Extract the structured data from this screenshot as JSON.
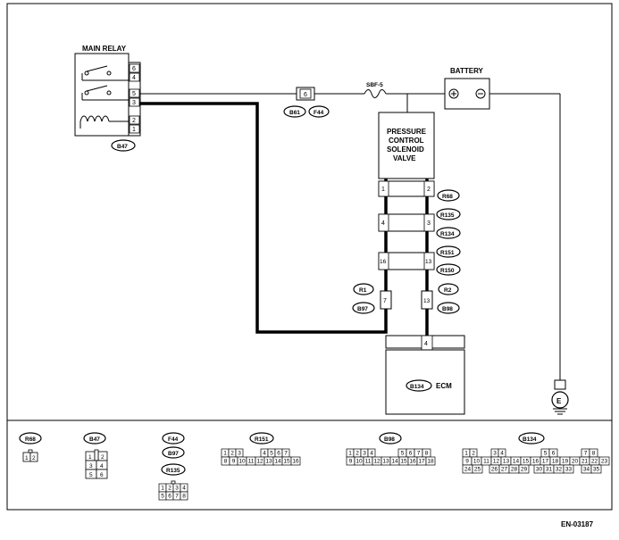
{
  "components": {
    "main_relay": {
      "title": "MAIN RELAY",
      "pins": [
        "6",
        "4",
        "5",
        "3",
        "2",
        "1"
      ],
      "connector": "B47"
    },
    "battery": {
      "title": "BATTERY",
      "plus": "⊕",
      "minus": "⊖"
    },
    "fuse": {
      "name": "SBF-5",
      "pin": "6",
      "conn_a": "B61",
      "conn_b": "F44"
    },
    "solenoid": {
      "line1": "PRESSURE",
      "line2": "CONTROL",
      "line3": "SOLENOID",
      "line4": "VALVE"
    },
    "harness_rows": [
      {
        "left": "1",
        "right": "2",
        "tag_a": "R68",
        "tag_b": ""
      },
      {
        "left": "4",
        "right": "3",
        "tag_a": "R135",
        "tag_b": "R134"
      },
      {
        "left": "16",
        "right": "13",
        "tag_a": "R151",
        "tag_b": "R150"
      }
    ],
    "splice_left": {
      "pin": "7",
      "top": "R1",
      "bottom": "B97"
    },
    "splice_right": {
      "pin": "13",
      "top": "R2",
      "bottom": "B98"
    },
    "ecm": {
      "pin": "4",
      "connector": "B134",
      "label": "ECM"
    },
    "ground": {
      "symbol": "E"
    }
  },
  "legend": {
    "r68": {
      "name": "R68",
      "pins": [
        "1",
        "2"
      ]
    },
    "b47": {
      "name": "B47",
      "pins": [
        "1",
        "2",
        "3",
        "4",
        "5",
        "6"
      ]
    },
    "f44": {
      "name": "F44"
    },
    "b97": {
      "name": "B97"
    },
    "r135": {
      "name": "R135",
      "pins": [
        "1",
        "2",
        "3",
        "4",
        "5",
        "6",
        "7",
        "8"
      ]
    },
    "r151": {
      "name": "R151",
      "row1": [
        "1",
        "2",
        "3",
        "4",
        "5",
        "6",
        "7"
      ],
      "row2": [
        "8",
        "9",
        "10",
        "11",
        "12",
        "13",
        "14",
        "15",
        "16"
      ]
    },
    "b98": {
      "name": "B98",
      "row1": [
        "1",
        "2",
        "3",
        "4",
        "5",
        "6",
        "7",
        "8"
      ],
      "row2": [
        "9",
        "10",
        "11",
        "12",
        "13",
        "14",
        "15",
        "16",
        "17",
        "18"
      ]
    },
    "b134": {
      "name": "B134",
      "row1": [
        "1",
        "2",
        "3",
        "4",
        "5",
        "6",
        "7",
        "8"
      ],
      "row2": [
        "9",
        "10",
        "11",
        "12",
        "13",
        "14",
        "15",
        "16",
        "17",
        "18",
        "19",
        "20",
        "21",
        "22",
        "23"
      ],
      "row3": [
        "24",
        "25",
        "26",
        "27",
        "28",
        "29",
        "30",
        "31",
        "32",
        "33",
        "34",
        "35"
      ]
    }
  },
  "footer": {
    "code": "EN-03187"
  }
}
